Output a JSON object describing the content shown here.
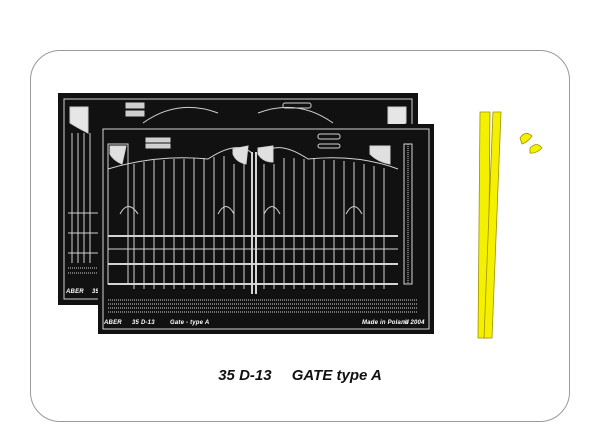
{
  "sheet_back": {
    "brand": "ABER",
    "code": "35"
  },
  "sheet_front": {
    "brand": "ABER",
    "code": "35 D-13",
    "name": "Gate - type A",
    "origin": "Made in Poland",
    "year": "© 2004"
  },
  "caption": {
    "code": "35 D-13",
    "title": "GATE type A"
  },
  "colors": {
    "sheet": "#111111",
    "brass_rod": "#f5f000",
    "card_border": "#9a9a9a"
  }
}
